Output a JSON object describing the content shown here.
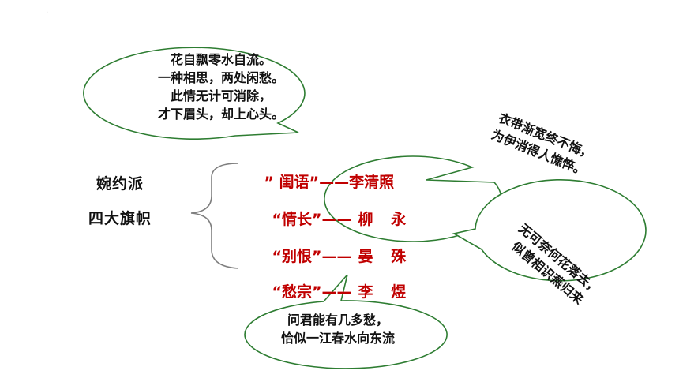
{
  "page": {
    "mark": ".",
    "school_lines": [
      "婉约派",
      "四大旗帜"
    ]
  },
  "poets": [
    {
      "title": "” 闺语”",
      "dash": "——",
      "name": "李清照"
    },
    {
      "title": "“情长”",
      "dash": "——",
      "name": "柳 永"
    },
    {
      "title": "“别恨”",
      "dash": "——",
      "name": "晏 殊"
    },
    {
      "title": "“愁宗”",
      "dash": "——",
      "name": "李 煜"
    }
  ],
  "bubbles": {
    "top": [
      "花自飘零水自流。",
      "一种相思，两处闲愁。",
      "此情无计可消除，",
      "才下眉头，却上心头。"
    ],
    "right_upper": [
      "衣带渐宽终不悔，",
      "为伊消得人憔悴。"
    ],
    "right_lower": [
      "无可奈何花落去，",
      "似曾相识燕归来"
    ],
    "bottom": [
      "问君能有几多愁，",
      "恰似一江春水向东流"
    ]
  },
  "colors": {
    "bubble_stroke": "#2e7d32",
    "poet_text": "#c00000",
    "brace": "#7f7f7f"
  }
}
